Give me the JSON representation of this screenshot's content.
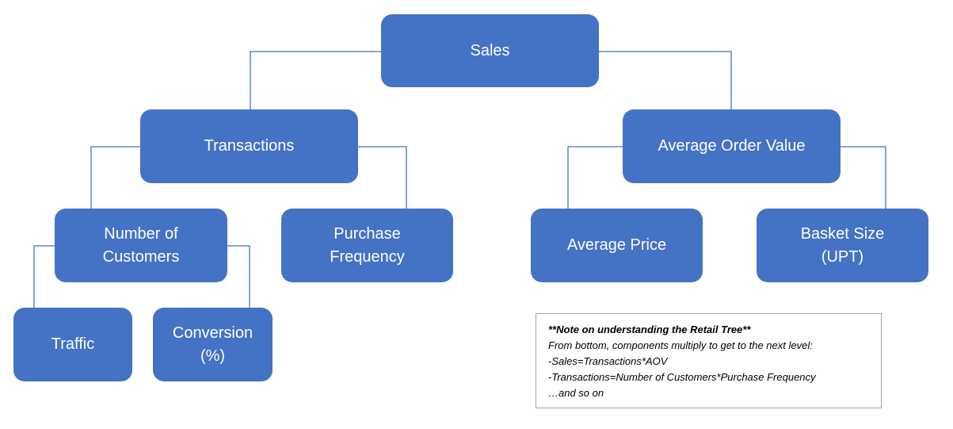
{
  "diagram": {
    "nodes": {
      "sales": "Sales",
      "transactions": "Transactions",
      "aov": "Average Order Value",
      "customers": "Number of\nCustomers",
      "frequency": "Purchase\nFrequency",
      "avg_price": "Average Price",
      "basket": "Basket Size\n(UPT)",
      "traffic": "Traffic",
      "conversion": "Conversion\n(%)"
    },
    "node_color": "#4472c4",
    "connector_color": "#4472c4"
  },
  "note": {
    "title": "**Note on understanding the Retail Tree**",
    "lines": [
      "From bottom, components multiply to get to the next level:",
      "-Sales=Transactions*AOV",
      "-Transactions=Number of Customers*Purchase Frequency",
      "…and so on"
    ]
  }
}
